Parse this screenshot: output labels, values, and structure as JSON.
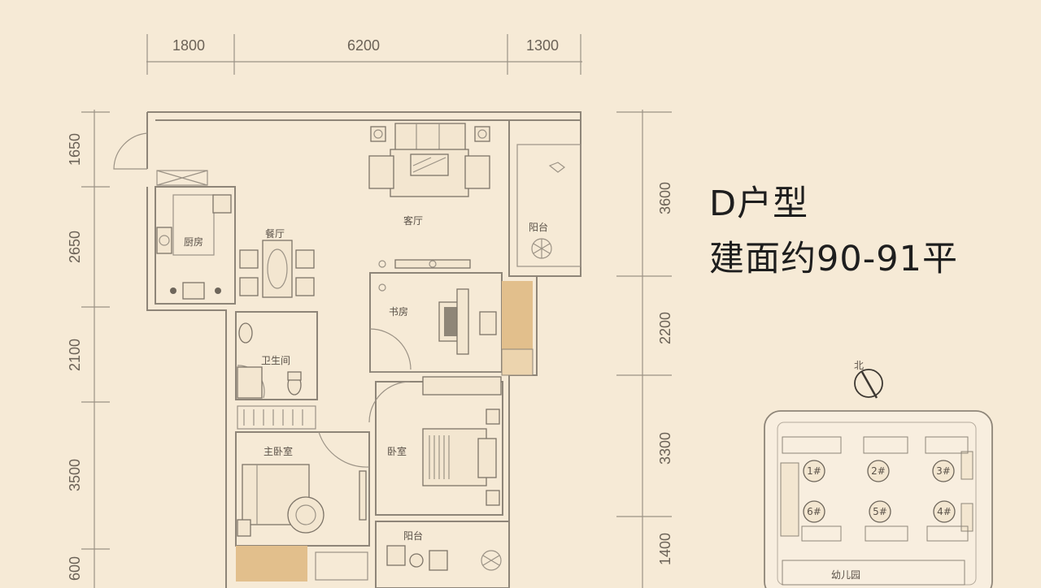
{
  "title": "D户型",
  "area": "建面约90-91平",
  "dims_top": [
    "1800",
    "6200",
    "1300"
  ],
  "dims_left": [
    "1650",
    "2650",
    "2100",
    "3500",
    "600"
  ],
  "dims_right": [
    "3600",
    "2200",
    "3300",
    "1400"
  ],
  "rooms": {
    "living": "客厅",
    "dining": "餐厅",
    "kitchen": "厨房",
    "balcony_top": "阳台",
    "study": "书房",
    "bathroom": "卫生间",
    "master_bedroom": "主卧室",
    "bedroom": "卧室",
    "balcony_bottom": "阳台"
  },
  "compass": "北",
  "site_plan": {
    "buildings": [
      "1#",
      "2#",
      "3#",
      "6#",
      "5#",
      "4#"
    ],
    "kindergarten": "幼儿园"
  }
}
